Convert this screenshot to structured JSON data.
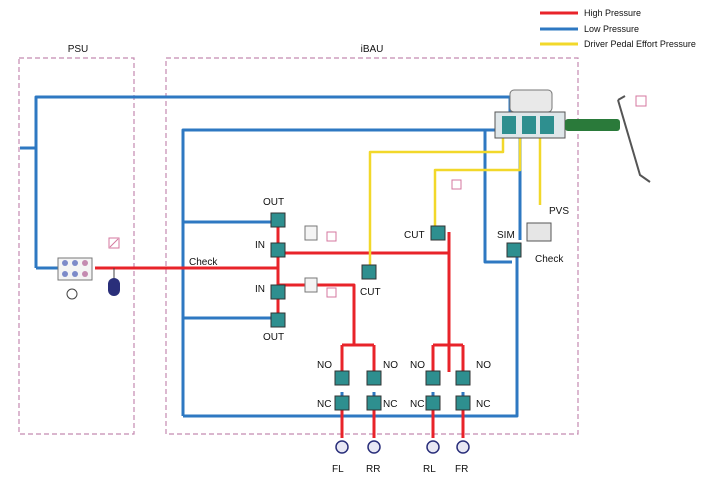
{
  "legend": {
    "items": [
      {
        "label": "High Pressure",
        "color": "#e8232a"
      },
      {
        "label": "Low Pressure",
        "color": "#2e78c2"
      },
      {
        "label": "Driver Pedal Effort Pressure",
        "color": "#f2d82a"
      }
    ]
  },
  "units": {
    "psu": "PSU",
    "ibau": "iBAU"
  },
  "labels": {
    "out_top": "OUT",
    "in_top": "IN",
    "in_bottom": "IN",
    "out_bottom": "OUT",
    "check_left": "Check",
    "check_right": "Check",
    "cut_left": "CUT",
    "cut_right": "CUT",
    "sim": "SIM",
    "pvs": "PVS",
    "no1": "NO",
    "no2": "NO",
    "no3": "NO",
    "no4": "NO",
    "nc1": "NC",
    "nc2": "NC",
    "nc3": "NC",
    "nc4": "NC"
  },
  "wheels": [
    "FL",
    "RR",
    "RL",
    "FR"
  ],
  "icons": [
    "pump-motor-icon",
    "accumulator-icon",
    "brake-pedal-icon",
    "master-cylinder-icon",
    "solenoid-valve-icon",
    "pressure-sensor-icon",
    "wheel-brake-icon"
  ]
}
